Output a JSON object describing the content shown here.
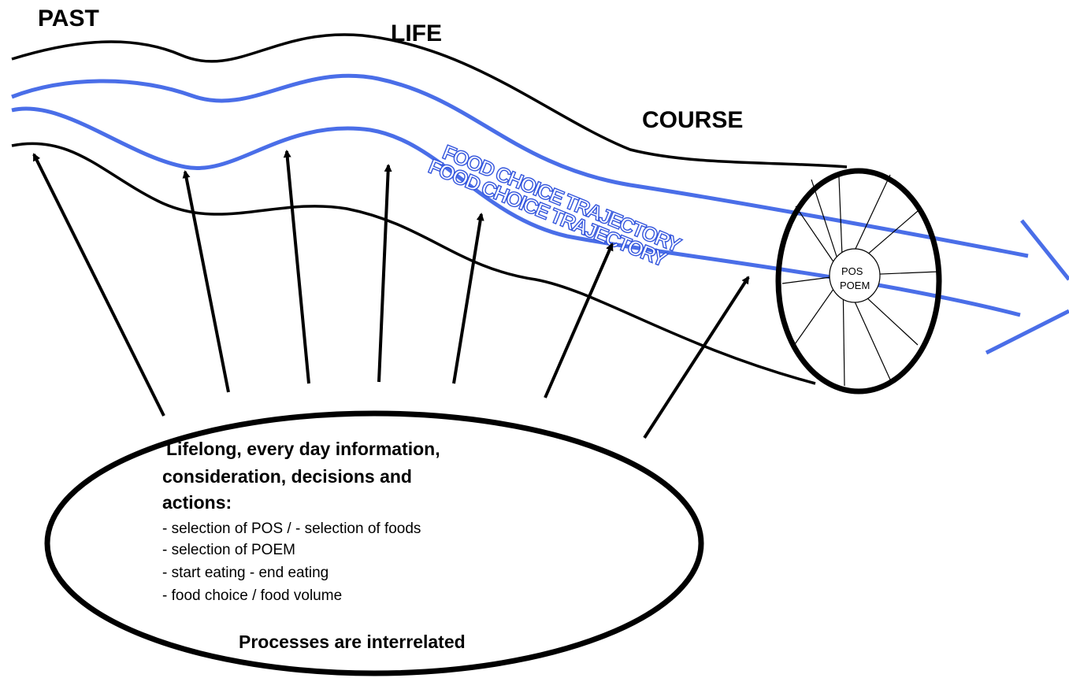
{
  "labels": {
    "past": "PAST",
    "life": "LIFE",
    "course": "COURSE",
    "trajectory_top": "FOOD CHOICE TRAJECTORY",
    "trajectory_bottom": "FOOD CHOICE TRAJECTORY",
    "wheel_pos": "POS",
    "wheel_poem": "POEM"
  },
  "ellipse": {
    "heading_line1": "Lifelong, every day information,",
    "heading_line2": "consideration, decisions and",
    "heading_line3": "actions:",
    "items": [
      "- selection of POS / - selection of foods",
      "- selection of POEM",
      "- start eating - end eating",
      "- food choice /  food volume"
    ],
    "footer": "Processes are interrelated"
  },
  "colors": {
    "tube_outline": "#000000",
    "trajectory_line": "#4a6ee8",
    "trajectory_text_outline": "#3355dd"
  }
}
